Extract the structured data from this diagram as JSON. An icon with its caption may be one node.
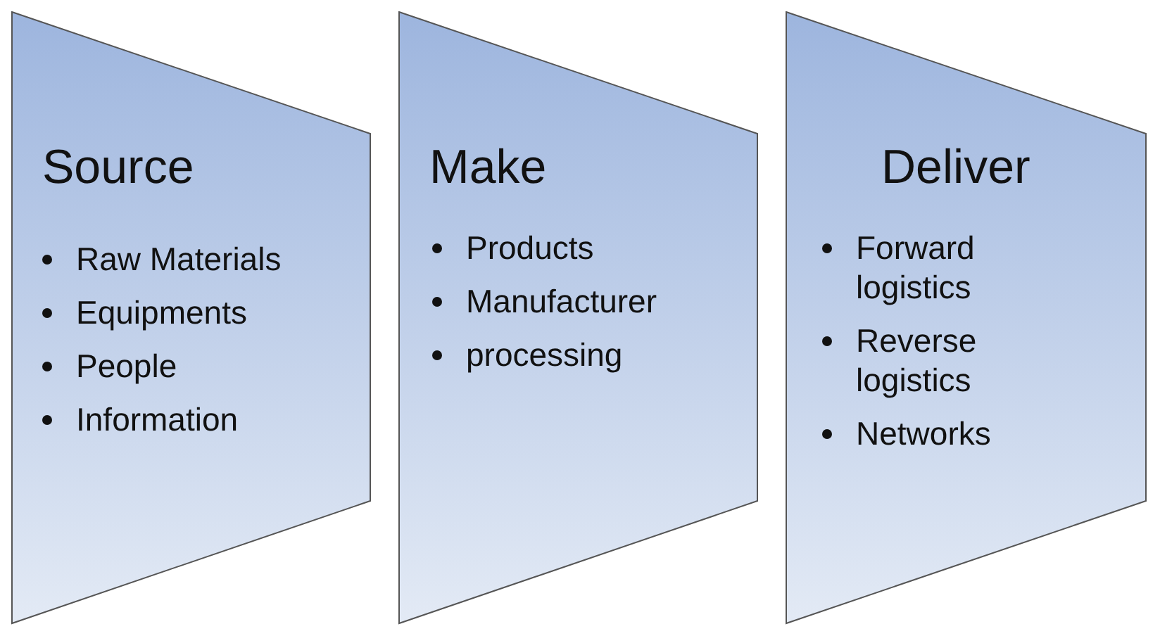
{
  "diagram": {
    "nodes": [
      {
        "text": [
          "Source",
          "Raw Materials",
          "Equipments",
          "People",
          "Information"
        ]
      },
      {
        "text": [
          "Make",
          "Products",
          "Manufacturer",
          "processing"
        ]
      },
      {
        "text": [
          "Deliver",
          "Forward logistics",
          "Reverse logistics",
          "Networks"
        ]
      }
    ]
  }
}
